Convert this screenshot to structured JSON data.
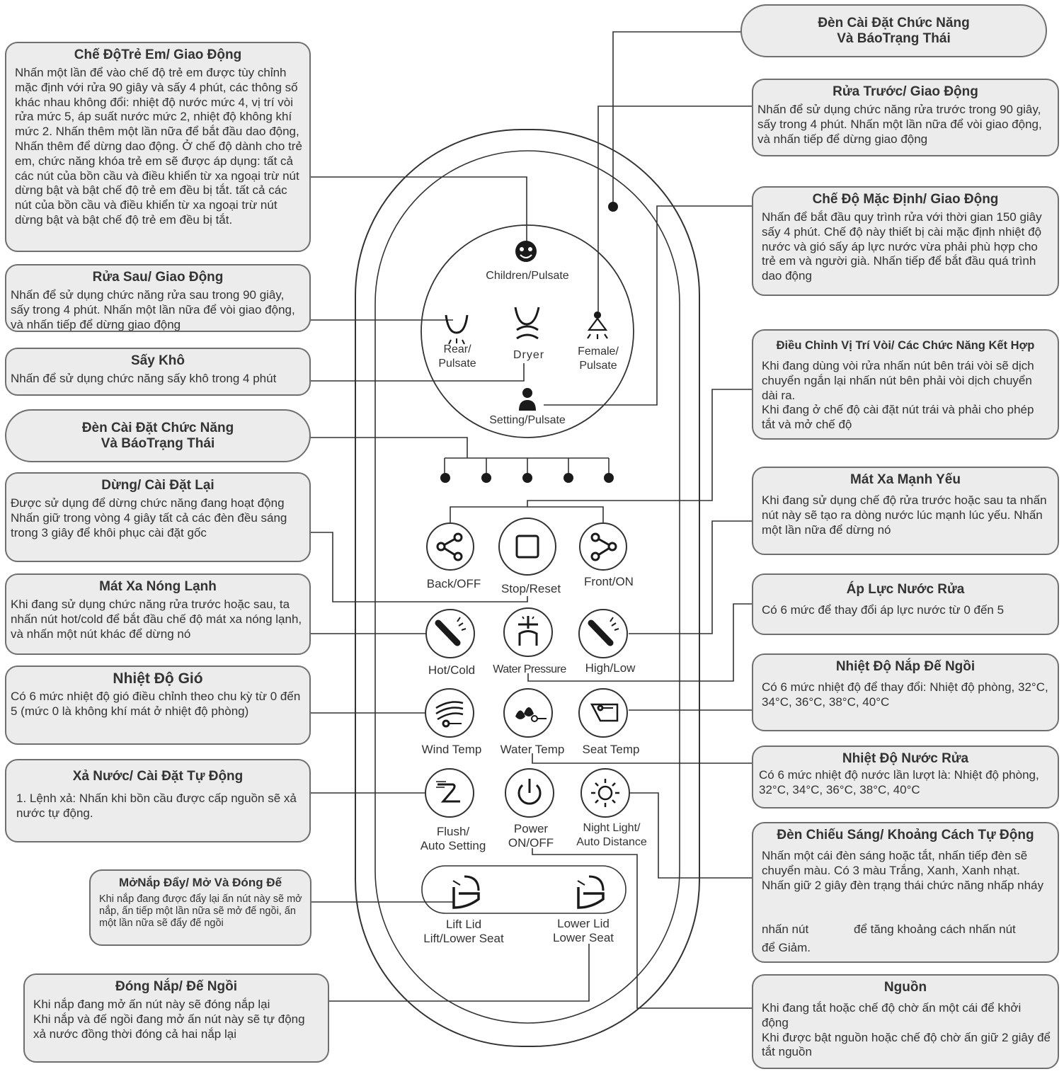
{
  "top_right_pill": "Đèn Cài Đặt Chức Năng\nVà BáoTrạng Thái",
  "left_boxes": [
    {
      "title": "Chế ĐộTrẻ Em/ Giao Động",
      "text": "Nhấn một lần để vào chế độ trẻ em được tùy chỉnh mặc định với rửa 90 giây và sấy 4 phút, các thông số khác nhau không đổi: nhiệt độ nước mức 4, vị trí vòi rửa mức 5, áp suất nước mức 2, nhiệt độ không khí mức 2. Nhấn thêm một lần nữa để bắt đầu dao động, Nhấn thêm để dừng dao động.  Ở chế độ dành cho trẻ em, chức năng khóa trẻ em sẽ được áp dụng:  tất cả các nút của bồn cầu và điều khiển từ xa ngoại trừ nút dừng bật và bật chế độ trẻ em đều bị tắt. tất cả các nút của bồn cầu và điều khiển từ xa ngoại trừ nút dừng bật và bật chế độ trẻ em đều bị tắt."
    },
    {
      "title": "Rửa Sau/ Giao Động",
      "text": "Nhấn để sử dụng chức năng rửa sau trong 90 giây, sấy trong 4 phút. Nhấn một lần nữa để vòi giao động, và nhấn tiếp để dừng giao động"
    },
    {
      "title": "Sấy Khô",
      "text": "Nhấn để sử dụng chức năng sấy khô trong 4 phút"
    },
    {
      "title": "Dừng/ Cài Đặt Lại",
      "text": "Được sử dụng để dừng chức năng đang hoạt động\nNhấn giữ trong vòng 4 giây tất cả các đèn đều sáng trong 3 giây để khôi phục cài đặt gốc"
    },
    {
      "title": "Mát Xa Nóng Lạnh",
      "text": "Khi đang sử dụng chức năng rửa trước hoặc sau, ta nhấn nút hot/cold để bắt đầu chế độ mát xa nóng lạnh, và nhấn một nút khác để dừng nó"
    },
    {
      "title": "Nhiệt Độ Gió",
      "text": "Có 6 mức nhiệt độ gió điều chỉnh theo chu kỳ từ 0 đến 5 (mức 0 là không khí mát ở nhiệt độ phòng)"
    },
    {
      "title": "Xả Nước/ Cài Đặt Tự Động",
      "text": "1. Lệnh xả: Nhấn khi bồn cầu được cấp nguồn sẽ xả nước tự  động."
    },
    {
      "title": "MởNắp Đẩy/ Mở Và Đóng  Đế",
      "text": "Khi nắp đang được đẩy lại ấn nút này sẽ mở nắp, ấn tiếp một lần nữa sẽ mở đế ngồi, ấn một lần nữa sẽ đẩy đế ngồi"
    },
    {
      "title": "Đóng Nắp/ Đế Ngồi",
      "text": "Khi nắp đang mở ấn nút này sẽ đóng nắp lại\nKhi nắp và đế ngồi đang mở ấn nút này sẽ tự động xả nước đồng thời đóng cả hai nắp lại"
    }
  ],
  "left_pill": "Đèn Cài Đặt Chức Năng\nVà BáoTrạng Thái",
  "right_boxes": [
    {
      "title": "Rửa Trước/ Giao Động",
      "text": "Nhấn để sử dụng chức năng rửa trước trong 90 giây, sấy trong 4 phút. Nhấn một lần nữa để vòi giao động, và nhấn tiếp để dừng giao động"
    },
    {
      "title": "Chế Độ Mặc Định/ Giao Động",
      "text": "Nhấn để bắt đầu quy trình rửa với thời gian 150 giây sấy 4 phút. Chế độ này thiết bị cài mặc định nhiệt độ nước và gió sấy áp lực nước vừa phải phù hợp cho trẻ em và người già. Nhấn tiếp để bắt đầu quá trình dao động"
    },
    {
      "title": "Điều Chỉnh Vị Trí Vòi/ Các Chức Năng Kết Hợp",
      "text": "Khi đang dùng vòi rửa nhấn nút bên trái vòi sẽ dịch chuyển ngắn lại nhấn nút bên phải vòi dịch chuyển dài ra.\nKhi đang ở chế độ cài đặt nút trái và phải cho phép tắt và mở chế độ"
    },
    {
      "title": "Mát Xa Mạnh Yếu",
      "text": "Khi đang sử dụng chế độ rửa trước hoặc sau ta nhấn nút này sẽ tạo ra dòng nước lúc mạnh lúc yếu. Nhấn một lần nữa để dừng nó"
    },
    {
      "title": "Áp Lực Nước Rửa",
      "text": "Có 6 mức để thay đổi áp lực nước từ 0 đến 5"
    },
    {
      "title": "Nhiệt Độ Nắp Đế Ngồi",
      "text": "Có 6 mức nhiệt độ để thay đổi: Nhiệt độ phòng, 32°C,  34°C, 36°C, 38°C, 40°C"
    },
    {
      "title": "Nhiệt Độ Nước Rửa",
      "text": "Có 6 mức nhiệt độ nước lần lượt là: Nhiệt độ phòng, 32°C,  34°C, 36°C, 38°C, 40°C"
    },
    {
      "title": "Đèn Chiếu Sáng/ Khoảng Cách Tự Động",
      "text": "Nhấn một cái đèn sáng hoặc tắt, nhấn tiếp đèn sẽ chuyển màu. Có 3 màu Trắng, Xanh, Xanh nhạt. Nhấn giữ 2 giây đèn trạng thái chức năng nhấp nháy",
      "extra_1": "nhấn nút",
      "extra_2": "để tăng khoảng cách nhấn nút",
      "extra_3": "để Giảm."
    },
    {
      "title": "Nguồn",
      "text": "Khi đang tắt hoặc chế độ chờ ấn một cái để khởi động\nKhi được bật nguồn hoặc chế độ chờ ấn giữ 2 giây để tắt nguồn"
    }
  ],
  "remote": {
    "circle_labels": {
      "children": "Children/Pulsate",
      "rear": "Rear/\nPulsate",
      "dryer": "Dryer",
      "female": "Female/\nPulsate",
      "setting": "Setting/Pulsate"
    },
    "buttons": {
      "back": "Back/OFF",
      "stop": "Stop/Reset",
      "front": "Front/ON",
      "hotcold": "Hot/Cold",
      "pressure": "Water Pressure",
      "highlow": "High/Low",
      "wind": "Wind Temp",
      "water": "Water Temp",
      "seat": "Seat Temp",
      "flush": "Flush/\nAuto Setting",
      "power": "Power\nON/OFF",
      "night": "Night Light/\nAuto Distance",
      "lift": "Lift Lid\nLift/Lower Seat",
      "lower": "Lower Lid\nLower Seat"
    }
  },
  "colors": {
    "box_bg": "#ececec",
    "box_border": "#6f6f6f",
    "line": "#333333"
  }
}
